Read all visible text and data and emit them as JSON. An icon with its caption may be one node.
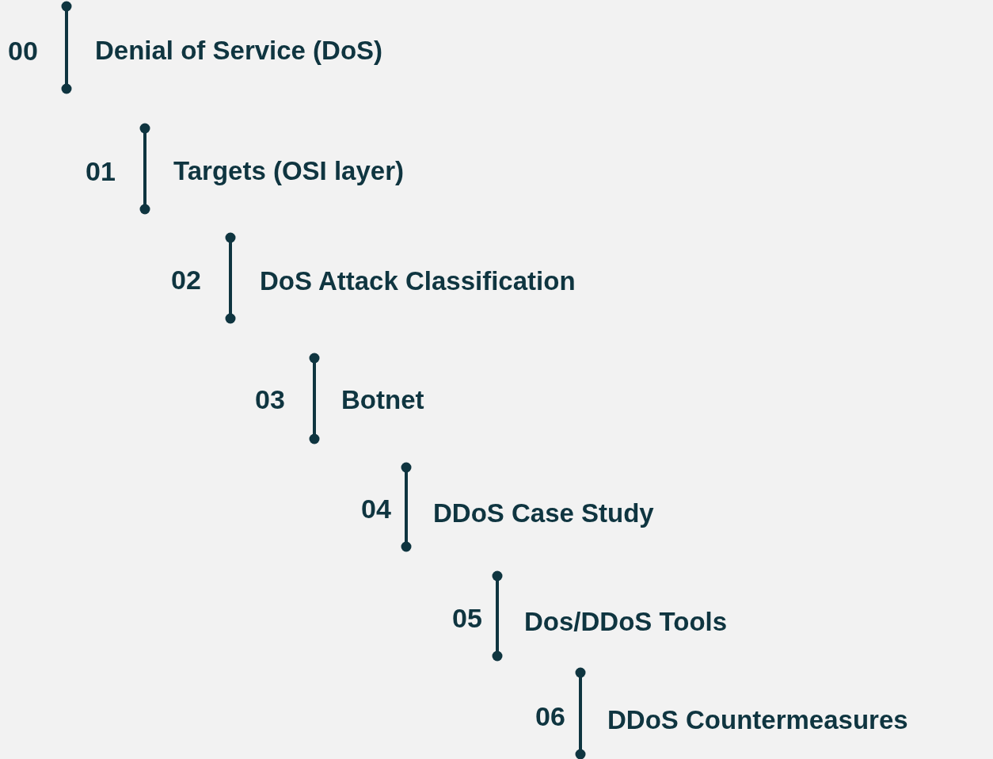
{
  "diagram": {
    "labels": [
      "00",
      "Denial of Service (DoS)",
      "01",
      "Targets (OSI layer)",
      "02",
      "DoS Attack Classification",
      "03",
      "Botnet",
      "04",
      "DDoS Case Study",
      "05",
      "Dos/DDoS Tools",
      "06",
      "DDoS Countermeasures"
    ]
  }
}
